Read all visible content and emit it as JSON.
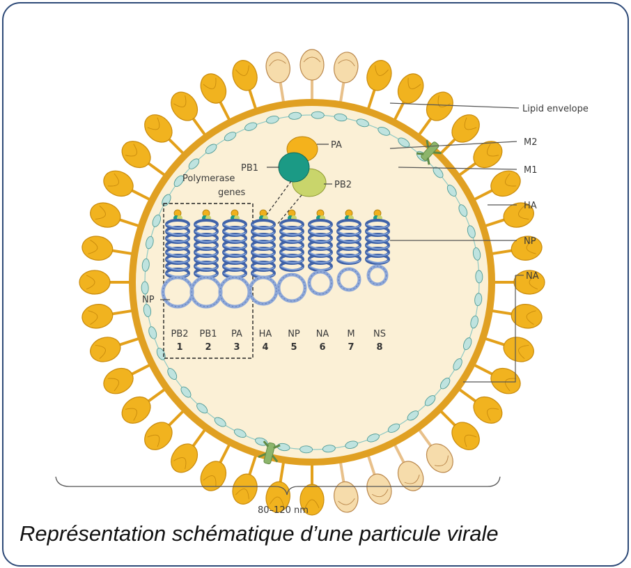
{
  "callouts": {
    "lipid_envelope": "Lipid envelope",
    "m2": "M2",
    "m1": "M1",
    "ha": "HA",
    "np": "NP",
    "na": "NA"
  },
  "polymerase": {
    "pa": "PA",
    "pb1": "PB1",
    "pb2": "PB2",
    "genes_label_line1": "Polymerase",
    "genes_label_line2": "genes",
    "np_label": "NP"
  },
  "segments": [
    {
      "name": "PB2",
      "number": "1"
    },
    {
      "name": "PB1",
      "number": "2"
    },
    {
      "name": "PA",
      "number": "3"
    },
    {
      "name": "HA",
      "number": "4"
    },
    {
      "name": "NP",
      "number": "5"
    },
    {
      "name": "NA",
      "number": "6"
    },
    {
      "name": "M",
      "number": "7"
    },
    {
      "name": "NS",
      "number": "8"
    }
  ],
  "scale": {
    "label": "80–120 nm"
  },
  "caption": "Représentation schématique d’une particule virale",
  "colors": {
    "envelope_fill": "#fbf0d6",
    "spike_gold": "#f1b31f",
    "spike_gold_dark": "#c88a0c",
    "na_spike_fill": "#f6dcab",
    "m1_cyan": "#bfe3df",
    "m2_green": "#8db56b",
    "rnp_blue": "#3f62a8",
    "pb1_teal": "#1a9a86",
    "pb2_green": "#c7d66a"
  },
  "icons": [
    "ha-spike-icon",
    "na-spike-icon",
    "m2-channel-icon",
    "rnp-segment-icon"
  ]
}
